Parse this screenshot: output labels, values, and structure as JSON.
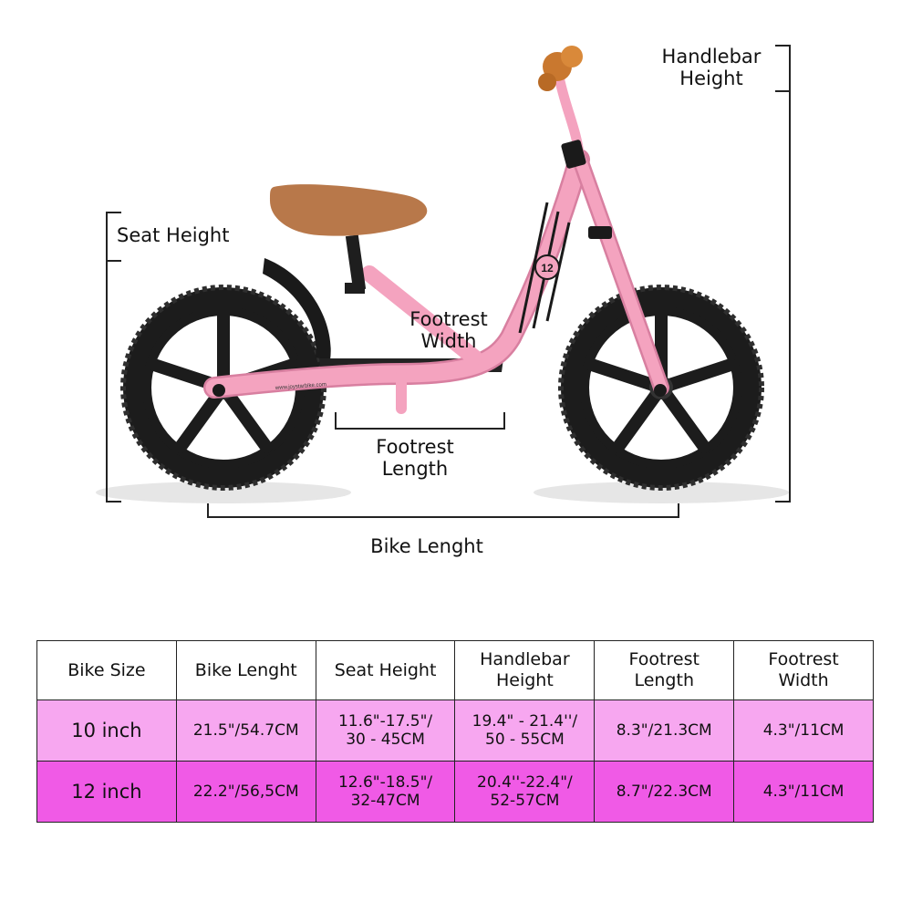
{
  "labels": {
    "handlebar_height": [
      "Handlebar",
      "Height"
    ],
    "seat_height": "Seat Height",
    "footrest_width": [
      "Footrest",
      "Width"
    ],
    "footrest_length": [
      "Footrest",
      "Length"
    ],
    "bike_length": "Bike Lenght"
  },
  "frame_badge": "12",
  "frame_text": "www.joystarbike.com",
  "colors": {
    "frame": "#f4a3bf",
    "saddle": "#b8784a",
    "tire": "#1a1a1a",
    "row_10": "#f7a7f0",
    "row_12": "#f05ae6"
  },
  "table": {
    "headers": [
      [
        "Bike Size"
      ],
      [
        "Bike Lenght"
      ],
      [
        "Seat Height"
      ],
      [
        "Handlebar",
        "Height"
      ],
      [
        "Footrest",
        "Length"
      ],
      [
        "Footrest",
        "Width"
      ]
    ],
    "rows": [
      {
        "size": "10 inch",
        "length": [
          "21.5\"/54.7CM"
        ],
        "seat": [
          "11.6\"-17.5\"/",
          "30 - 45CM"
        ],
        "handlebar": [
          "19.4\" - 21.4''/",
          "50 - 55CM"
        ],
        "footrest_length": [
          "8.3\"/21.3CM"
        ],
        "footrest_width": [
          "4.3\"/11CM"
        ]
      },
      {
        "size": "12 inch",
        "length": [
          "22.2\"/56,5CM"
        ],
        "seat": [
          "12.6\"-18.5\"/",
          "32-47CM"
        ],
        "handlebar": [
          "20.4''-22.4\"/",
          "52-57CM"
        ],
        "footrest_length": [
          "8.7\"/22.3CM"
        ],
        "footrest_width": [
          "4.3\"/11CM"
        ]
      }
    ]
  }
}
